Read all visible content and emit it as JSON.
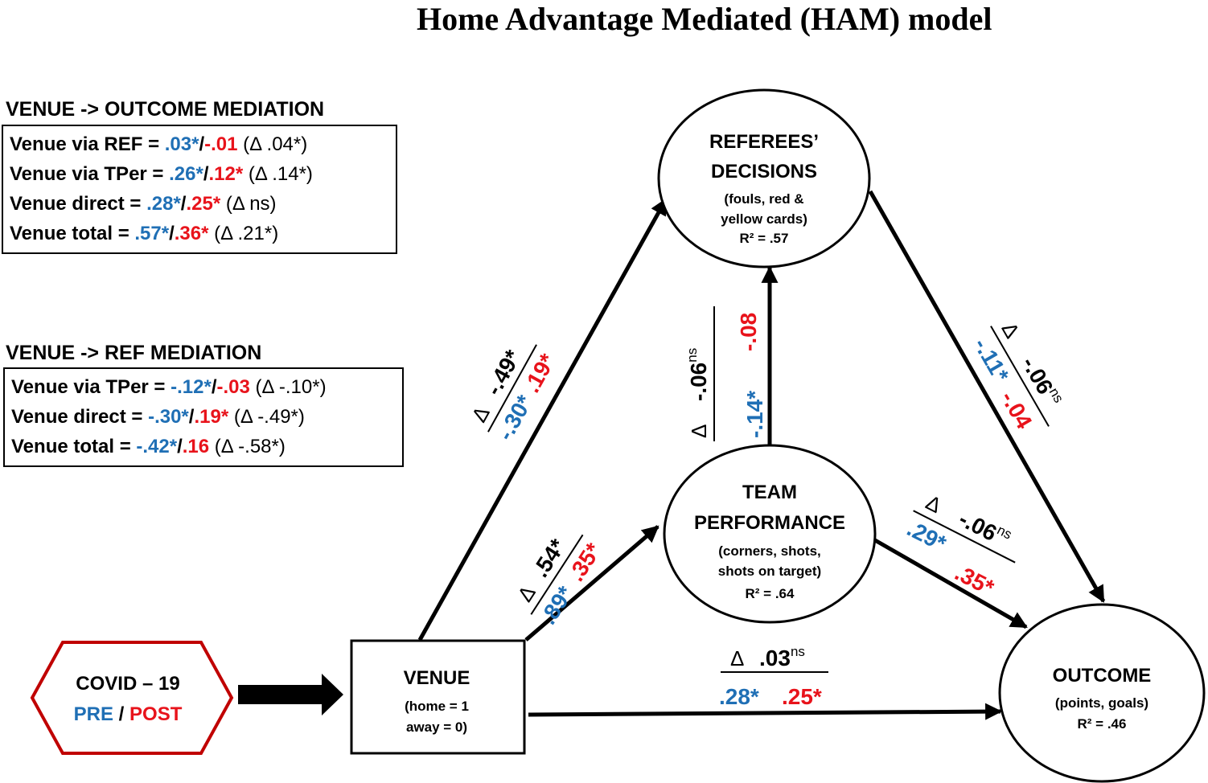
{
  "title": "Home Advantage Mediated (HAM) model",
  "outcome_mediation": {
    "title": "VENUE -> OUTCOME  MEDIATION",
    "rows": [
      {
        "label": "Venue via REF = ",
        "pre": ".03*",
        "post": "-.01",
        "delta": " (Δ  .04*)"
      },
      {
        "label": "Venue via TPer = ",
        "pre": ".26*",
        "post": ".12*",
        "delta": " (Δ  .14*)"
      },
      {
        "label": "Venue direct = ",
        "pre": ".28*",
        "post": ".25*",
        "delta": " (Δ  ns)"
      },
      {
        "label": "Venue total = ",
        "pre": ".57*",
        "post": ".36*",
        "delta": " (Δ  .21*)"
      }
    ]
  },
  "ref_mediation": {
    "title": "VENUE -> REF MEDIATION",
    "rows": [
      {
        "label": "Venue via TPer = ",
        "pre": "-.12*",
        "post": "-.03",
        "delta": " (Δ  -.10*)"
      },
      {
        "label": "Venue direct = ",
        "pre": "-.30*",
        "post": ".19*",
        "delta": " (Δ  -.49*)"
      },
      {
        "label": "Venue total = ",
        "pre": "-.42*",
        "post": ".16",
        "delta": " (Δ  -.58*)"
      }
    ]
  },
  "nodes": {
    "referees": {
      "l1": "REFEREES’",
      "l2": "DECISIONS",
      "s1": "(fouls, red &",
      "s2": "yellow cards)",
      "r2": "R² = .57"
    },
    "team": {
      "l1": "TEAM",
      "l2": "PERFORMANCE",
      "s1": "(corners, shots,",
      "s2": "shots on target)",
      "r2": "R² = .64"
    },
    "outcome": {
      "l1": "OUTCOME",
      "s1": "(points, goals)",
      "r2": "R² = .46"
    },
    "venue": {
      "l1": "VENUE",
      "s1": "(home = 1",
      "s2": "away = 0)"
    },
    "covid": {
      "l1": "COVID – 19",
      "pre": "PRE",
      "sep": " / ",
      "post": "POST"
    }
  },
  "paths": {
    "venue_ref": {
      "delta": "Δ",
      "dval": "-.49*",
      "pre": "-.30*",
      "post": ".19*"
    },
    "venue_team": {
      "delta": "Δ",
      "dval": ".54*",
      "pre": ".89*",
      "post": ".35*"
    },
    "team_ref": {
      "delta": "Δ",
      "dval": "-.06",
      "sup": "ns",
      "pre": "-.14*",
      "post": "-.08"
    },
    "ref_outcome": {
      "delta": "Δ",
      "dval": "-.06",
      "sup": "ns",
      "pre": "-.11*",
      "post": "-.04"
    },
    "team_outcome": {
      "delta": "Δ",
      "dval": "-.06",
      "sup": "ns",
      "pre": ".29*",
      "post": ".35*"
    },
    "venue_outcome": {
      "delta": "Δ",
      "dval": ".03",
      "sup": "ns",
      "pre": ".28*",
      "post": ".25*"
    }
  },
  "colors": {
    "pre": "#1f6fb5",
    "post": "#e8131b",
    "covid_border": "#c00000"
  }
}
